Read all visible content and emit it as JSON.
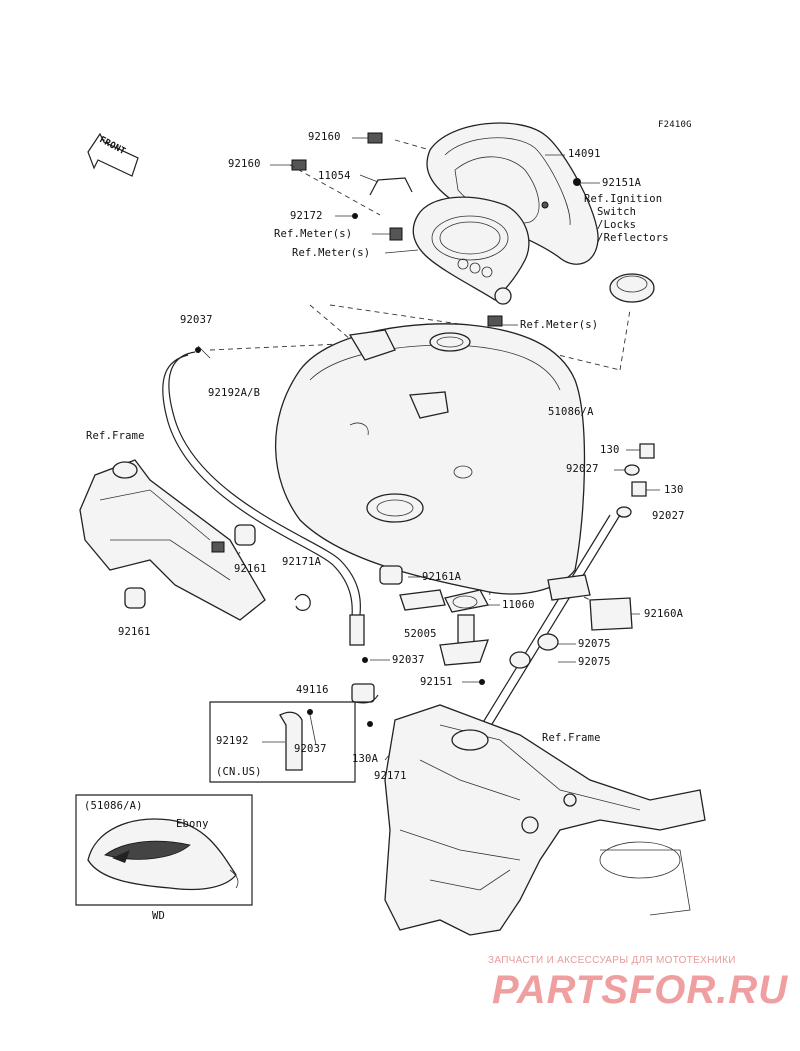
{
  "figure_code": "F2410G",
  "front_arrow": "FRONT",
  "labels": {
    "p92160_top": "92160",
    "p14091": "14091",
    "p92160_left": "92160",
    "p11054": "11054",
    "p92151A": "92151A",
    "ref_ignition": "Ref.Ignition\n  Switch\n  /Locks\n  /Reflectors",
    "p92172": "92172",
    "ref_meter_1": "Ref.Meter(s)",
    "ref_meter_2": "Ref.Meter(s)",
    "ref_meter_3": "Ref.Meter(s)",
    "p92037_top": "92037",
    "p92192AB": "92192A/B",
    "p51086A": "51086/A",
    "ref_frame_left": "Ref.Frame",
    "p130_1": "130",
    "p92027_1": "92027",
    "p130_2": "130",
    "p92027_2": "92027",
    "p92161_1": "92161",
    "p92171A": "92171A",
    "p92161_2": "92161",
    "p92161A": "92161A",
    "p11060": "11060",
    "p92160A": "92160A",
    "p52005": "52005",
    "p92075_1": "92075",
    "p92037_mid": "92037",
    "p92075_2": "92075",
    "p92151": "92151",
    "p49116": "49116",
    "p92192": "92192",
    "p92037_low": "92037",
    "cn_us": "(CN.US)",
    "p130A": "130A",
    "p92171": "92171",
    "ref_frame_right": "Ref.Frame",
    "inset_code": "(51086/A)",
    "inset_ebony": "Ebony",
    "wd": "WD"
  },
  "watermark": {
    "tagline": "ЗАПЧАСТИ И АКСЕССУАРЫ ДЛЯ МОТОТЕХНИКИ",
    "logo": "PARTSFOR.RU",
    "color": "#ef9f9f"
  }
}
